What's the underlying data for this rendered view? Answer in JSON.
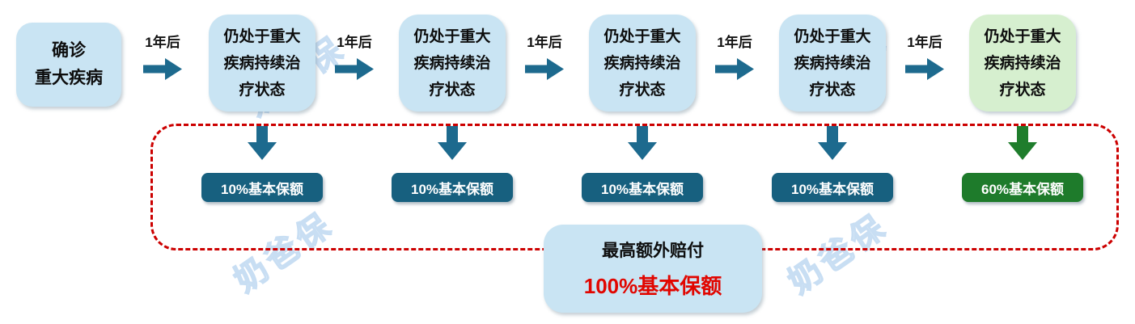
{
  "colors": {
    "box_blue": "#c9e4f3",
    "box_green": "#d6efcf",
    "teal_arrow": "#1d6a8e",
    "teal_badge": "#17607f",
    "green_arrow": "#1f7d2c",
    "green_badge": "#1e7b2b",
    "dashed_border": "#cc0000",
    "highlight_red": "#e10600"
  },
  "watermark": {
    "text": "奶爸保"
  },
  "start_box": {
    "line1": "确诊",
    "line2": "重大疾病"
  },
  "interval_labels": [
    "1年后",
    "1年后",
    "1年后",
    "1年后",
    "1年后"
  ],
  "stages": [
    {
      "line1": "仍处于重大",
      "line2": "疾病持续治",
      "line3": "疗状态",
      "variant": "blue"
    },
    {
      "line1": "仍处于重大",
      "line2": "疾病持续治",
      "line3": "疗状态",
      "variant": "blue"
    },
    {
      "line1": "仍处于重大",
      "line2": "疾病持续治",
      "line3": "疗状态",
      "variant": "blue"
    },
    {
      "line1": "仍处于重大",
      "line2": "疾病持续治",
      "line3": "疗状态",
      "variant": "blue"
    },
    {
      "line1": "仍处于重大",
      "line2": "疾病持续治",
      "line3": "疗状态",
      "variant": "green"
    }
  ],
  "payouts": [
    {
      "label": "10%基本保额",
      "variant": "teal"
    },
    {
      "label": "10%基本保额",
      "variant": "teal"
    },
    {
      "label": "10%基本保额",
      "variant": "teal"
    },
    {
      "label": "10%基本保额",
      "variant": "teal"
    },
    {
      "label": "60%基本保额",
      "variant": "green"
    }
  ],
  "summary": {
    "title": "最高额外赔付",
    "value": "100%基本保额"
  }
}
